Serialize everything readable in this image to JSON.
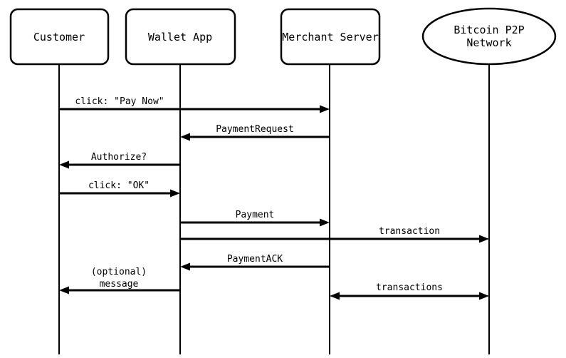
{
  "diagram": {
    "type": "sequence-diagram",
    "colors": {
      "line": "#000000",
      "fill": "#ffffff",
      "text": "#000000"
    },
    "participants": [
      {
        "id": "customer",
        "label": "Customer",
        "shape": "rounded-rect"
      },
      {
        "id": "wallet-app",
        "label": "Wallet App",
        "shape": "rounded-rect"
      },
      {
        "id": "merchant-server",
        "label": "Merchant Server",
        "shape": "rounded-rect"
      },
      {
        "id": "bitcoin-p2p-network",
        "label_lines": [
          "Bitcoin P2P",
          "Network"
        ],
        "shape": "ellipse"
      }
    ],
    "messages": [
      {
        "from": "Customer",
        "to": "Merchant Server",
        "label": "click: \"Pay Now\"",
        "direction": "right"
      },
      {
        "from": "Merchant Server",
        "to": "Wallet App",
        "label": "PaymentRequest",
        "direction": "left"
      },
      {
        "from": "Wallet App",
        "to": "Customer",
        "label": "Authorize?",
        "direction": "left"
      },
      {
        "from": "Customer",
        "to": "Wallet App",
        "label": "click: \"OK\"",
        "direction": "right"
      },
      {
        "from": "Wallet App",
        "to": "Merchant Server",
        "label": "Payment",
        "direction": "right"
      },
      {
        "from": "Wallet App",
        "to": "Bitcoin P2P Network",
        "label": "transaction",
        "direction": "right"
      },
      {
        "from": "Merchant Server",
        "to": "Wallet App",
        "label": "PaymentACK",
        "direction": "left"
      },
      {
        "from": "Wallet App",
        "to": "Customer",
        "label_lines": [
          "(optional)",
          "message"
        ],
        "direction": "left"
      },
      {
        "from": "Merchant Server",
        "to": "Bitcoin P2P Network",
        "label": "transactions",
        "direction": "both"
      }
    ]
  }
}
